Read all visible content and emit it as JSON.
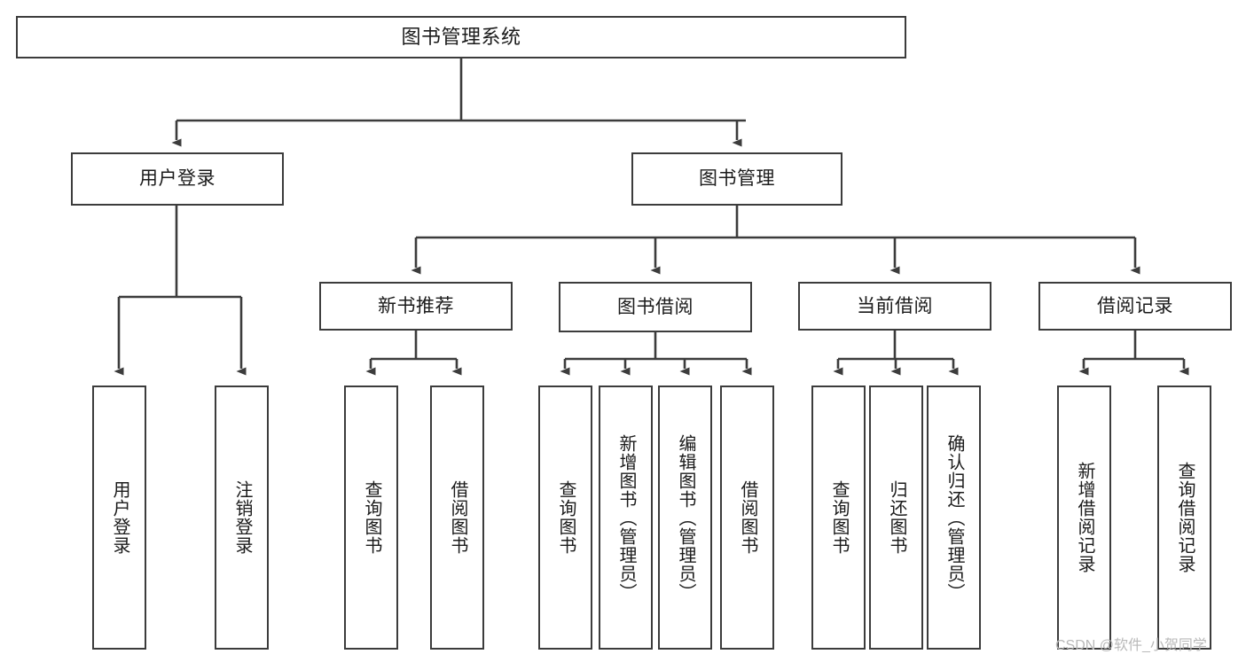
{
  "diagram": {
    "type": "tree-hierarchy",
    "title": "图书管理系统",
    "root": {
      "id": "root",
      "label": "图书管理系统"
    },
    "level1": [
      {
        "id": "user-login",
        "label": "用户登录"
      },
      {
        "id": "book-manage",
        "label": "图书管理"
      }
    ],
    "level2": [
      {
        "id": "new-book-recommend",
        "label": "新书推荐",
        "parent": "book-manage"
      },
      {
        "id": "book-borrow",
        "label": "图书借阅",
        "parent": "book-manage"
      },
      {
        "id": "current-borrow",
        "label": "当前借阅",
        "parent": "book-manage"
      },
      {
        "id": "borrow-record",
        "label": "借阅记录",
        "parent": "book-manage"
      }
    ],
    "leaves": [
      {
        "id": "leaf-user-login",
        "label": "用户登录",
        "parent": "user-login"
      },
      {
        "id": "leaf-logout-login",
        "label": "注销登录",
        "parent": "user-login"
      },
      {
        "id": "leaf-query-book-1",
        "label": "查询图书",
        "parent": "new-book-recommend"
      },
      {
        "id": "leaf-borrow-book-1",
        "label": "借阅图书",
        "parent": "new-book-recommend"
      },
      {
        "id": "leaf-query-book-2",
        "label": "查询图书",
        "parent": "book-borrow"
      },
      {
        "id": "leaf-add-book",
        "label": "新增图书（管理员）",
        "parent": "book-borrow"
      },
      {
        "id": "leaf-edit-book",
        "label": "编辑图书（管理员）",
        "parent": "book-borrow"
      },
      {
        "id": "leaf-borrow-book-2",
        "label": "借阅图书",
        "parent": "book-borrow"
      },
      {
        "id": "leaf-query-book-3",
        "label": "查询图书",
        "parent": "current-borrow"
      },
      {
        "id": "leaf-return-book",
        "label": "归还图书",
        "parent": "current-borrow"
      },
      {
        "id": "leaf-confirm-return",
        "label": "确认归还（管理员）",
        "parent": "current-borrow"
      },
      {
        "id": "leaf-add-record",
        "label": "新增借阅记录",
        "parent": "borrow-record"
      },
      {
        "id": "leaf-query-record",
        "label": "查询借阅记录",
        "parent": "borrow-record"
      }
    ],
    "colors": {
      "border": "#3c3c3c",
      "fill": "#ffffff",
      "text": "#1b1b1b",
      "edge": "#3c3c3c",
      "watermark": "#b9b9b9"
    }
  },
  "watermark": {
    "text": "CSDN @软件_小贺同学"
  }
}
